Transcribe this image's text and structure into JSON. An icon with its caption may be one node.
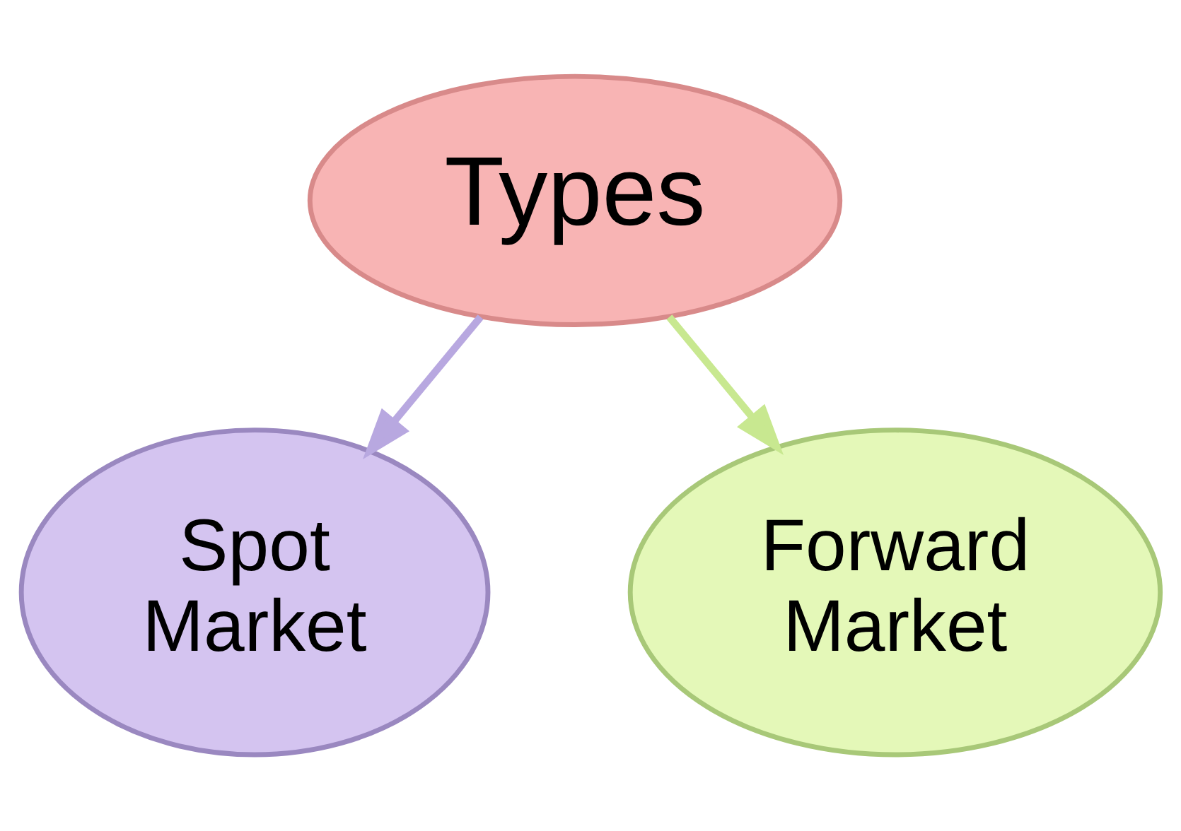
{
  "diagram": {
    "nodes": [
      {
        "text": [
          "Types"
        ]
      },
      {
        "text": [
          "Spot Market"
        ]
      },
      {
        "text": [
          "Forward Market"
        ]
      }
    ],
    "edges": [
      {
        "from": 0,
        "to": 1,
        "arrow": "to",
        "color": "#b8a8e0"
      },
      {
        "from": 0,
        "to": 2,
        "arrow": "to",
        "color": "#c8e890"
      }
    ]
  }
}
